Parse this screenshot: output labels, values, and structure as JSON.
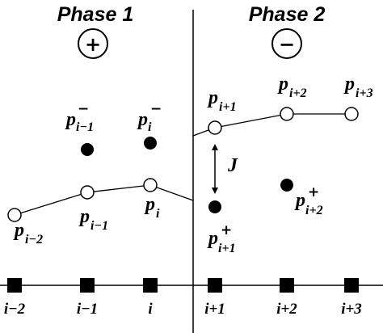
{
  "phase1": {
    "title": "Phase 1",
    "sign": "+"
  },
  "phase2": {
    "title": "Phase 2",
    "sign": "−"
  },
  "coupling_label": "J",
  "lattice_labels": [
    "i−2",
    "i−1",
    "i",
    "i+1",
    "i+2",
    "i+3"
  ],
  "open_points": [
    {
      "base": "p",
      "sub": "i−2"
    },
    {
      "base": "p",
      "sub": "i−1"
    },
    {
      "base": "p",
      "sub": "i"
    },
    {
      "base": "p",
      "sub": "i+1"
    },
    {
      "base": "p",
      "sub": "i+2"
    },
    {
      "base": "p",
      "sub": "i+3"
    }
  ],
  "filled_points": [
    {
      "base": "p",
      "sub": "i−1",
      "sup": "−"
    },
    {
      "base": "p",
      "sub": "i",
      "sup": "−"
    },
    {
      "base": "p",
      "sub": "i+1",
      "sup": "+"
    },
    {
      "base": "p",
      "sub": "i+2",
      "sup": "+"
    }
  ]
}
